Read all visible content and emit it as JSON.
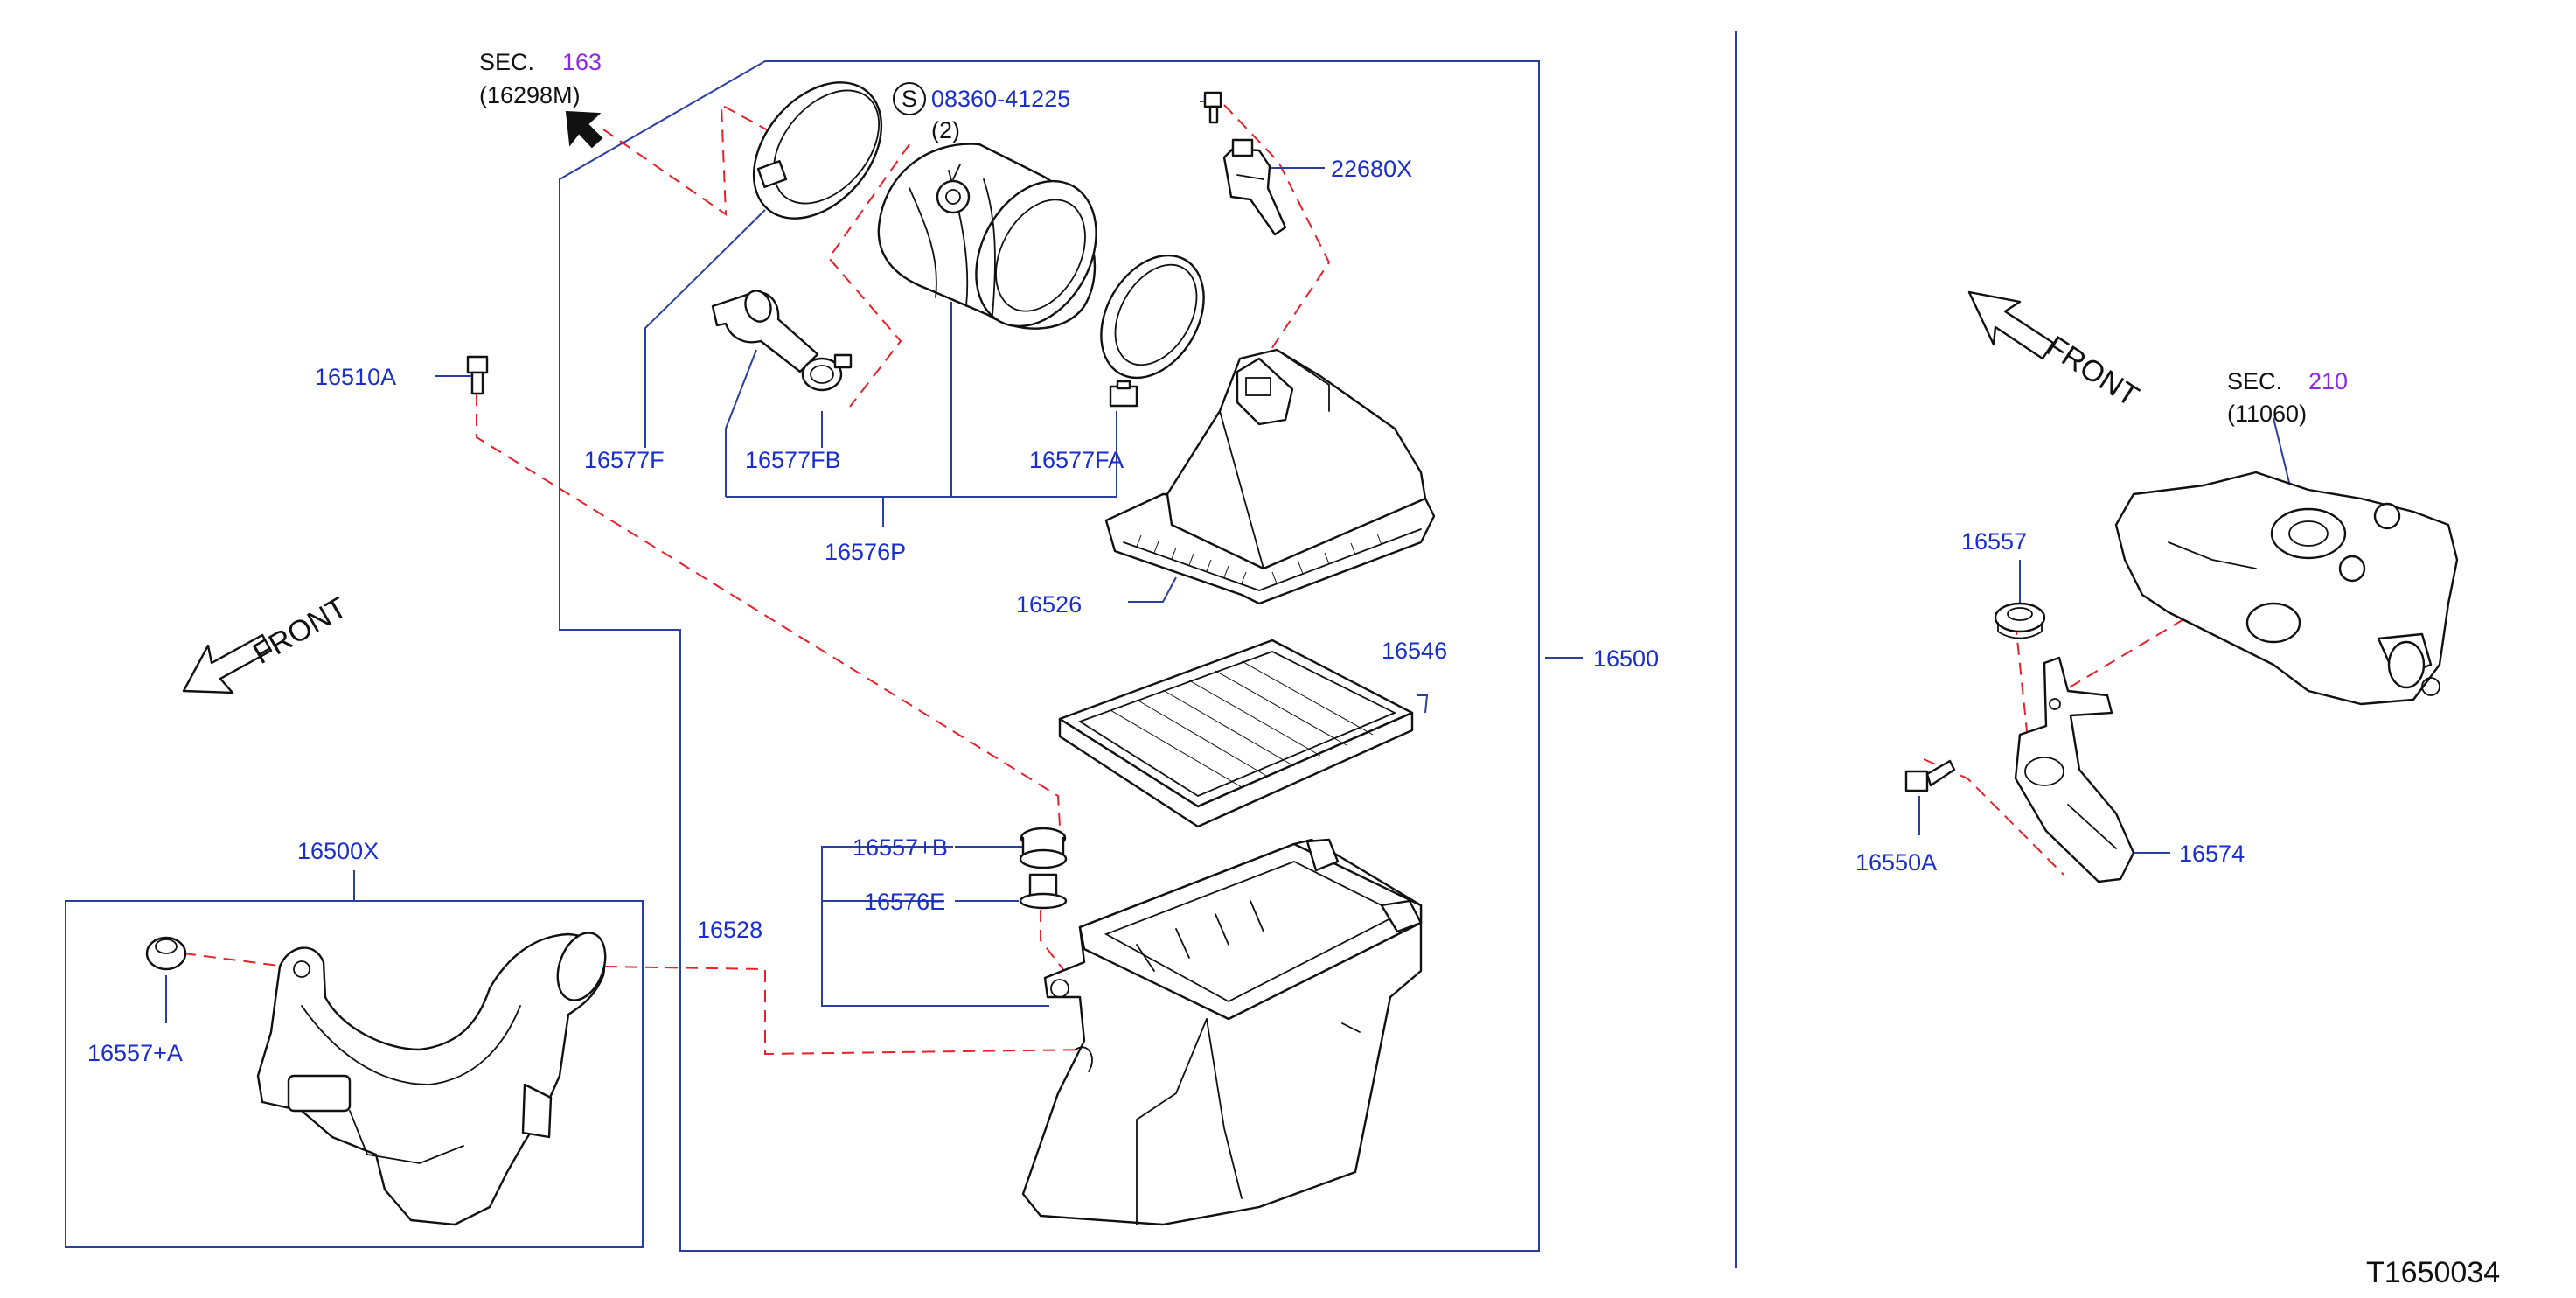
{
  "callouts": {
    "sec163_prefix": "SEC.",
    "sec163_num": "163",
    "sec163_ref": "(16298M)",
    "s_symbol": "S",
    "bolt_spec": "08360-41225",
    "bolt_qty": "(2)",
    "p22680X": "22680X",
    "p16510A": "16510A",
    "p16577F": "16577F",
    "p16577FB": "16577FB",
    "p16577FA": "16577FA",
    "p16576P": "16576P",
    "p16526": "16526",
    "p16546": "16546",
    "p16500": "16500",
    "p16557B": "16557+B",
    "p16576E": "16576E",
    "p16528": "16528",
    "p16500X": "16500X",
    "p16557A": "16557+A",
    "front_left": "FRONT",
    "front_right": "FRONT",
    "sec210_prefix": "SEC.",
    "sec210_num": "210",
    "sec210_ref": "(11060)",
    "p16557": "16557",
    "p16550A": "16550A",
    "p16574": "16574",
    "diagram_id": "T1650034"
  },
  "colors": {
    "part_number": "#1a2ecc",
    "section_number": "#8a2be2",
    "leader_line": "#2a3fa0",
    "dashed_line": "#e8202a",
    "outline": "#111111"
  }
}
